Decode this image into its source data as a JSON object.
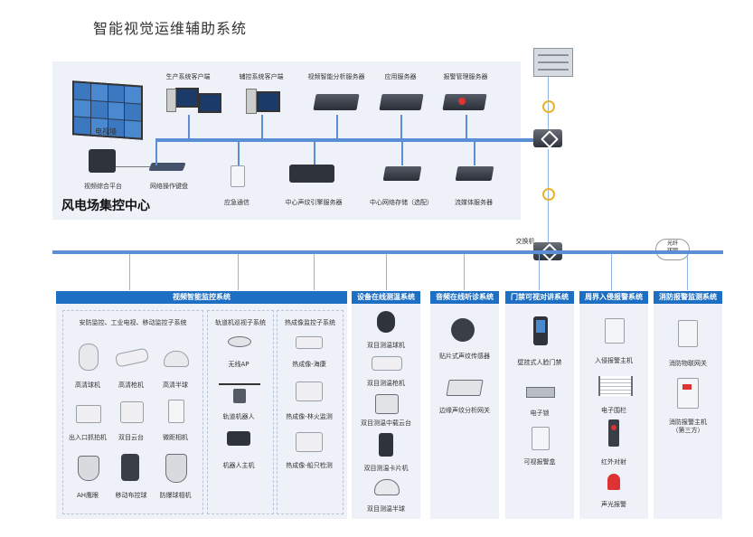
{
  "title": "智能视觉运维辅助系统",
  "center": {
    "label": "风电场集控中心",
    "top_devices": [
      "生产系统客户端",
      "辅控系统客户端",
      "视频智能分析服务器",
      "应用服务器",
      "报警管理服务器"
    ],
    "bottom_devices": [
      "视频综合平台",
      "网络操作键盘",
      "应急通信",
      "中心声纹引擎服务器",
      "中心网络存储（选配）",
      "流媒体服务器"
    ],
    "video_wall_label": "电视墙"
  },
  "network": {
    "switch_label": "交换机",
    "cloud_label": "光纤\n环网"
  },
  "systems": {
    "video": {
      "header": "视频智能监控系统",
      "sub1": {
        "title": "安防监控、工业电视、移动监控子系统",
        "items": [
          "高清球机",
          "高清枪机",
          "高清半球",
          "出入口抓拍机",
          "双目云台",
          "微距相机",
          "AH鹰眼",
          "移动布控球",
          "防爆球相机"
        ]
      },
      "sub2": {
        "title": "轨道机巡视子系统",
        "items": [
          "无线AP",
          "轨道机器人",
          "机器人主机"
        ]
      },
      "sub3": {
        "title": "热成像监控子系统",
        "items": [
          "热成像-海康",
          "热成像-林火监测",
          "热成像-船只检测"
        ]
      }
    },
    "equipment": {
      "header": "设备在线测温系统",
      "items": [
        "双目测温球机",
        "双目测温枪机",
        "双目测温中载云台",
        "双目测温卡片机",
        "双目测温半球"
      ]
    },
    "audio": {
      "header": "音频在线听诊系统",
      "items": [
        "贴片式声纹传感器",
        "边缘声纹分析网关"
      ]
    },
    "access": {
      "header": "门禁可视对讲系统",
      "items": [
        "壁挂式人脸门禁",
        "电子锁",
        "可视报警盒"
      ]
    },
    "perimeter": {
      "header": "周界入侵报警系统",
      "items": [
        "入侵报警主机",
        "电子围栏",
        "红外对射",
        "声光报警"
      ]
    },
    "fire": {
      "header": "消防报警监测系统",
      "items": [
        "消防物联网关",
        "消防报警主机\n（第三方）"
      ]
    }
  },
  "colors": {
    "accent": "#1d6fc4",
    "line": "#5a8fd6",
    "panel": "#eef1f8"
  }
}
